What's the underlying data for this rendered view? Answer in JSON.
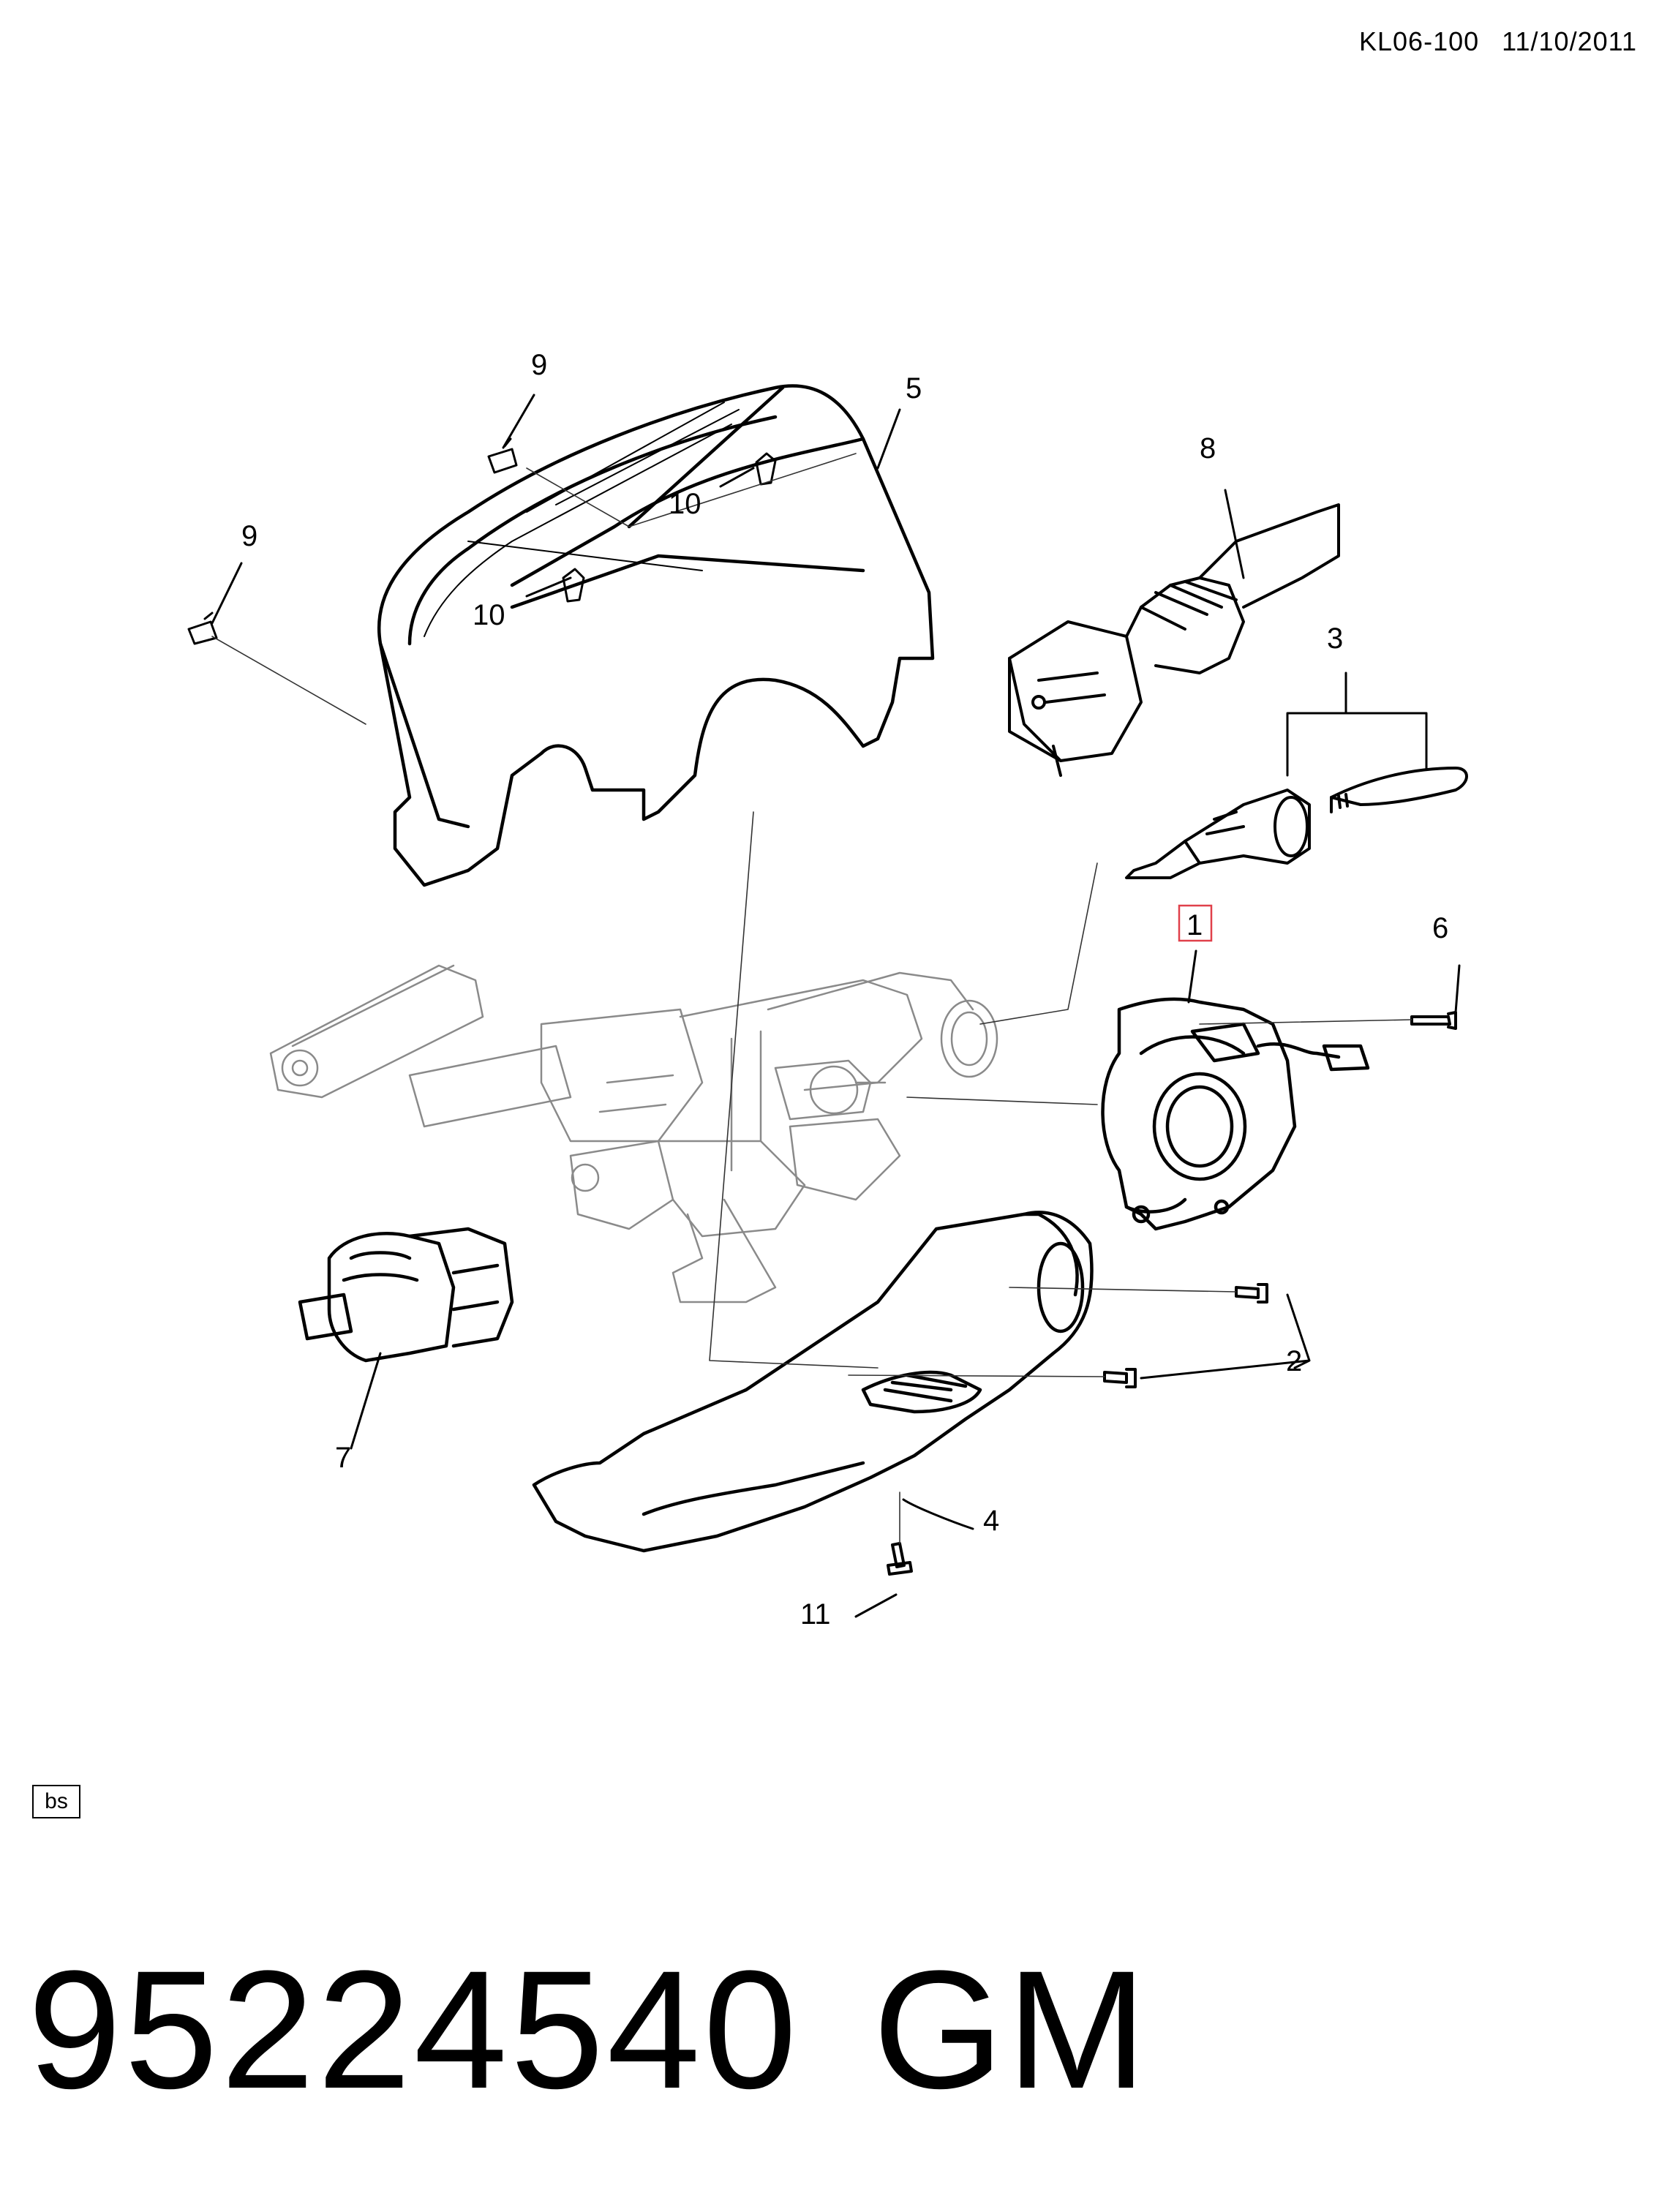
{
  "header": {
    "code": "KL06-100",
    "date": "11/10/2011"
  },
  "diagram": {
    "callouts": [
      {
        "id": "c1",
        "label": "1",
        "highlighted": true
      },
      {
        "id": "c2",
        "label": "2"
      },
      {
        "id": "c3",
        "label": "3"
      },
      {
        "id": "c4",
        "label": "4"
      },
      {
        "id": "c5",
        "label": "5"
      },
      {
        "id": "c6",
        "label": "6"
      },
      {
        "id": "c7",
        "label": "7"
      },
      {
        "id": "c8",
        "label": "8"
      },
      {
        "id": "c9a",
        "label": "9"
      },
      {
        "id": "c9b",
        "label": "9"
      },
      {
        "id": "c10a",
        "label": "10"
      },
      {
        "id": "c10b",
        "label": "10"
      },
      {
        "id": "c11",
        "label": "11"
      }
    ],
    "highlight_color": "#e0404a"
  },
  "tag": "bs",
  "footer": {
    "part_number": "95224540",
    "brand": "GM"
  }
}
